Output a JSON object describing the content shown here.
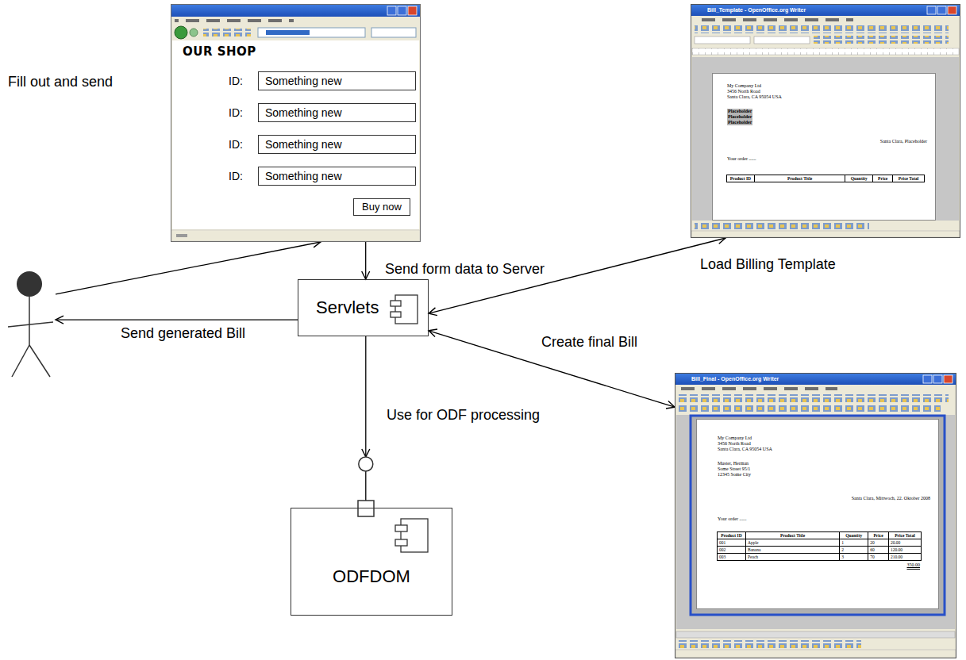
{
  "diagram": {
    "nodes": [
      {
        "text": [
          "OUR SHOP"
        ]
      },
      {
        "text": [
          "ID:",
          "Something new"
        ],
        "in": 0
      },
      {
        "text": [
          "ID:",
          "Something new"
        ],
        "in": 0
      },
      {
        "text": [
          "ID:",
          "Something new"
        ],
        "in": 0
      },
      {
        "text": [
          "ID:",
          "Something new"
        ],
        "in": 0
      },
      {
        "text": [
          "Buy now"
        ],
        "in": 0
      },
      {
        "text": [
          "Bill_Template - OpenOffice.org Writer"
        ]
      },
      {
        "text": [
          "My Company Ltd",
          "3456 North Road",
          "Santa Clara, CA 95054 USA",
          "Placeholder",
          "Placeholder",
          "Placeholder",
          "Santa Clara, Placeholder",
          "Your order ......"
        ],
        "in": 6
      },
      {
        "text": [
          "Product ID",
          "Product Title",
          "Quantity",
          "Price",
          "Price Total"
        ],
        "in": 7
      },
      {
        "text": []
      },
      {
        "text": [
          "Servlets"
        ]
      },
      {
        "text": [
          "Bill_Final - OpenOffice.org Writer"
        ]
      },
      {
        "text": [
          "My Company Ltd",
          "3456 North Road",
          "Santa Clara, CA 95054 USA",
          "Muster, Herman",
          "Some Street 95/1",
          "12345 Some City",
          "Santa Clara, Mittwoch, 22. Oktober 2008",
          "Your order ......"
        ],
        "in": 11
      },
      {
        "text": [
          "Product ID",
          "Product Title",
          "Quantity",
          "Price",
          "Price Total",
          "001",
          "Apple",
          "1",
          "20",
          "20.00",
          "002",
          "Banana",
          "2",
          "60",
          "120.00",
          "003",
          "Peach",
          "3",
          "70",
          "210.00"
        ],
        "in": 12
      },
      {
        "text": [
          "ODFDOM"
        ]
      }
    ],
    "edges": [
      {
        "from": 9,
        "to": 0,
        "arrow": "to",
        "label": "Fill out and send"
      },
      {
        "from": 0,
        "to": 10,
        "arrow": "to",
        "label": "Send form data to Server"
      },
      {
        "from": 10,
        "to": 6,
        "arrow": "both",
        "label": "Load Billing Template"
      },
      {
        "from": 10,
        "to": 9,
        "arrow": "to",
        "label": "Send generated Bill"
      },
      {
        "from": 10,
        "to": 11,
        "arrow": "both",
        "label": "Create final Bill"
      },
      {
        "from": 10,
        "to": 14,
        "arrow": "to",
        "label": "Use for ODF processing"
      }
    ],
    "labels": [
      "350.00"
    ]
  }
}
